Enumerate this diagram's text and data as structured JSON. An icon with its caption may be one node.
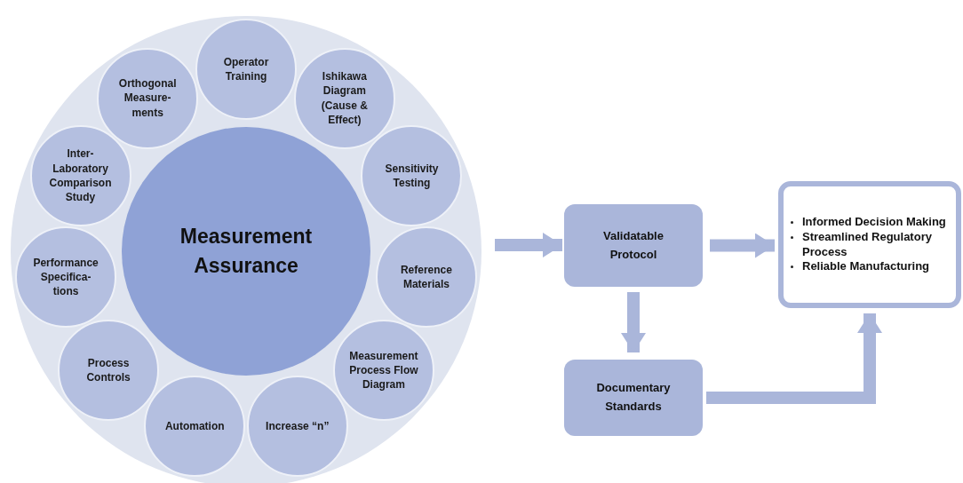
{
  "diagram": {
    "nodes": [
      {
        "text": [
          "Measurement Assurance"
        ]
      },
      {
        "text": [
          "Operator Training"
        ]
      },
      {
        "text": [
          "Ishikawa Diagram (Cause & Effect)"
        ]
      },
      {
        "text": [
          "Sensitivity Testing"
        ]
      },
      {
        "text": [
          "Reference Materials"
        ]
      },
      {
        "text": [
          "Measurement Process Flow Diagram"
        ]
      },
      {
        "text": [
          "Increase “n”"
        ]
      },
      {
        "text": [
          "Automation"
        ]
      },
      {
        "text": [
          "Process Controls"
        ]
      },
      {
        "text": [
          "Performance Specifica- tions"
        ]
      },
      {
        "text": [
          "Inter- Laboratory Comparison Study"
        ]
      },
      {
        "text": [
          "Orthogonal Measure- ments"
        ]
      },
      {
        "text": [
          "Validatable Protocol"
        ]
      },
      {
        "text": [
          "Documentary Standards"
        ]
      },
      {
        "text": [
          "Informed Decision Making",
          "Streamlined Regulatory Process",
          "Reliable Manufacturing"
        ]
      }
    ],
    "edges": [
      {
        "from": null,
        "to": 12,
        "arrow": "to"
      },
      {
        "from": 12,
        "to": 14,
        "arrow": "to"
      },
      {
        "from": 12,
        "to": 13,
        "arrow": "to"
      },
      {
        "from": 13,
        "to": 14,
        "arrow": "to"
      }
    ]
  }
}
